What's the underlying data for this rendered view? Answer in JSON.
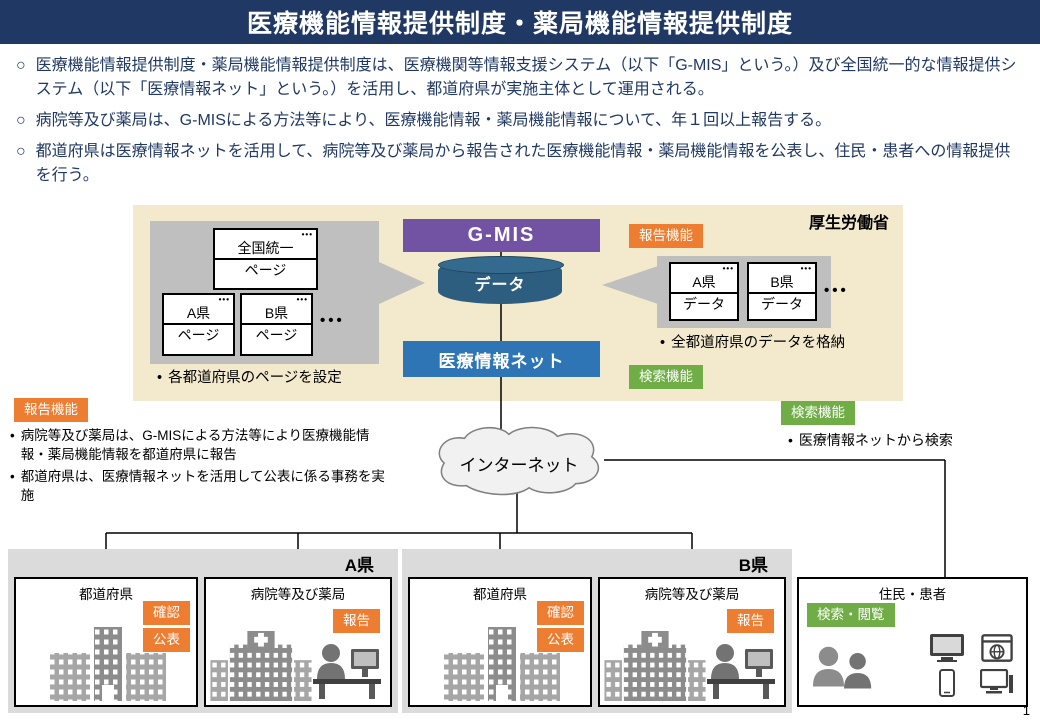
{
  "page": {
    "title": "医療機能情報提供制度・薬局機能情報提供制度",
    "page_number": "1"
  },
  "markers": {
    "circle": "○",
    "dot": "•"
  },
  "colors": {
    "title_bar_navy": "#1F3864",
    "gmis_purple": "#7252A3",
    "database_blue": "#2E5E7F",
    "net_blue": "#2E75B6",
    "report_orange": "#ED7D31",
    "search_green": "#70AD47",
    "hub_beige": "#F3E9CC",
    "panel_gray": "#BFBFBF"
  },
  "intro": {
    "bullets": [
      "医療機能情報提供制度・薬局機能情報提供制度は、医療機関等情報支援システム（以下「G-MIS」という。）及び全国統一的な情報提供システム（以下「医療情報ネット」という。）を活用し、都道府県が実施主体として運用される。",
      "病院等及び薬局は、G-MISによる方法等により、医療機能情報・薬局機能情報について、年１回以上報告する。",
      "都道府県は医療情報ネットを活用して、病院等及び薬局から報告された医療機能情報・薬局機能情報を公表し、住民・患者への情報提供を行う。"
    ]
  },
  "hub": {
    "ministry": "厚生労働省",
    "gmis": "G-MIS",
    "database": "データ",
    "net": "医療情報ネット",
    "report_badge": "報告機能",
    "search_badge": "検索機能",
    "screen_dots": "•••",
    "ellipsis": "•••",
    "pages_panel": {
      "national_screen": {
        "title": "全国統一",
        "sub": "ページ"
      },
      "pref_a_screen": {
        "title": "A県",
        "sub": "ページ"
      },
      "pref_b_screen": {
        "title": "B県",
        "sub": "ページ"
      },
      "note": "各都道府県のページを設定"
    },
    "data_panel": {
      "pref_a_screen": {
        "title": "A県",
        "sub": "データ"
      },
      "pref_b_screen": {
        "title": "B県",
        "sub": "データ"
      },
      "note": "全都道府県のデータを格納"
    }
  },
  "network": {
    "internet_label": "インターネット"
  },
  "report_note": {
    "badge": "報告機能",
    "bullets": [
      "病院等及び薬局は、G-MISによる方法等により医療機能情報・薬局機能情報を都道府県に報告",
      "都道府県は、医療情報ネットを活用して公表に係る事務を実施"
    ]
  },
  "search_note": {
    "badge": "検索機能",
    "bullets": [
      "医療情報ネットから検索"
    ]
  },
  "bottom": {
    "pref_a": {
      "label": "A県",
      "gov": {
        "title": "都道府県",
        "badges": [
          "確認",
          "公表"
        ]
      },
      "med": {
        "title": "病院等及び薬局",
        "badge": "報告"
      }
    },
    "pref_b": {
      "label": "B県",
      "gov": {
        "title": "都道府県",
        "badges": [
          "確認",
          "公表"
        ]
      },
      "med": {
        "title": "病院等及び薬局",
        "badge": "報告"
      }
    },
    "residents": {
      "title": "住民・患者",
      "badge": "検索・閲覧"
    }
  }
}
